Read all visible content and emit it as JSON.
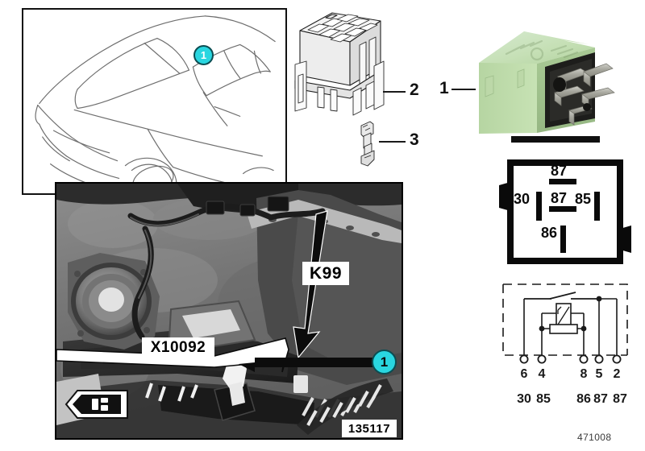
{
  "page": {
    "footer_number": "471008",
    "background_color": "#ffffff"
  },
  "vehicle_panel": {
    "name": "vehicle-location-diagram",
    "badge_label": "1",
    "badge_color": "#29d6e0",
    "outline_color": "#6b6b6b",
    "description": "BMW sedan line drawing, front three-quarter view from above"
  },
  "exploded_parts": {
    "callouts": [
      {
        "number": "1",
        "part": "relay"
      },
      {
        "number": "2",
        "part": "relay-socket-housing"
      },
      {
        "number": "3",
        "part": "contact-pin"
      }
    ]
  },
  "relay": {
    "name": "green-relay",
    "body_color": "#b9d9a4",
    "body_color_light": "#cfe6bd",
    "body_color_dark": "#9cc184",
    "terminal_color": "#9a9a92"
  },
  "pin_diagram": {
    "title": "relay-terminal-layout",
    "terminals": [
      {
        "label": "87",
        "orientation": "horizontal",
        "position": "top"
      },
      {
        "label": "30",
        "orientation": "vertical",
        "position": "left"
      },
      {
        "label": "87",
        "orientation": "horizontal",
        "position": "center"
      },
      {
        "label": "85",
        "orientation": "vertical",
        "position": "right"
      },
      {
        "label": "86",
        "orientation": "vertical",
        "position": "bottom"
      }
    ]
  },
  "schematic": {
    "title": "relay-internal-circuit",
    "pin_numbers": [
      "6",
      "4",
      "8",
      "5",
      "2"
    ],
    "terminal_numbers": [
      "30",
      "85",
      "86",
      "87",
      "87"
    ]
  },
  "photo": {
    "name": "installation-location-photo",
    "image_number": "135117",
    "labels": [
      {
        "text": "K99",
        "kind": "component-callout"
      },
      {
        "text": "X10092",
        "kind": "connector-callout"
      }
    ],
    "badge_label": "1",
    "direction_indicator": "vehicle-direction-forward-left"
  }
}
